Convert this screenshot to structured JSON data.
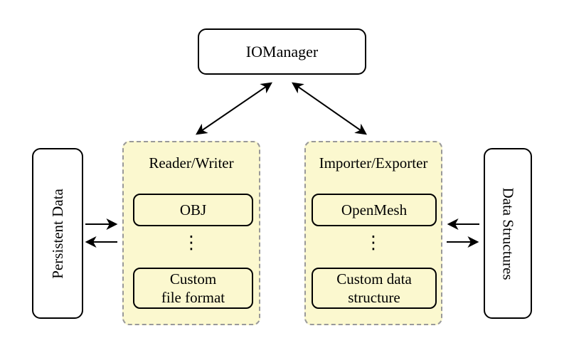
{
  "diagram": {
    "iomanager": {
      "label": "IOManager"
    },
    "left_panel": {
      "label": "Persistent Data"
    },
    "right_panel": {
      "label": "Data Structures"
    },
    "ellipsis": "⋮",
    "groups": [
      {
        "title": "Reader/Writer",
        "items": [
          {
            "lines": [
              "OBJ"
            ]
          },
          {
            "lines": [
              "Custom",
              "file format"
            ]
          }
        ]
      },
      {
        "title": "Importer/Exporter",
        "items": [
          {
            "lines": [
              "OpenMesh"
            ]
          },
          {
            "lines": [
              "Custom data",
              "structure"
            ]
          }
        ]
      }
    ],
    "colors": {
      "background": "#ffffff",
      "group_fill": "#fbf8cf",
      "group_border": "#999999",
      "node_border": "#000000",
      "arrow": "#000000"
    }
  }
}
